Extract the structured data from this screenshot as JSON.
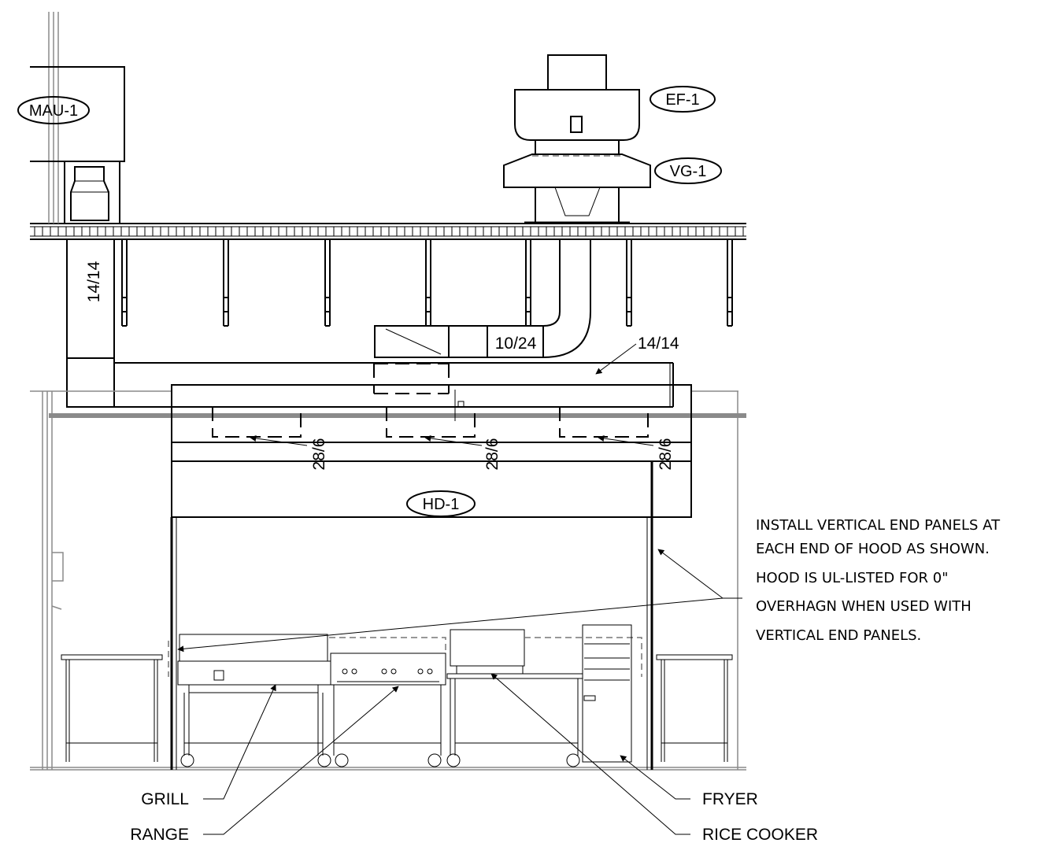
{
  "tags": {
    "mau": "MAU-1",
    "ef": "EF-1",
    "vg": "VG-1",
    "hood": "HD-1"
  },
  "duct_labels": {
    "supply_riser": "14/14",
    "supply_horizontal": "14/14",
    "exhaust_duct": "10/24",
    "plenum_1": "28/6",
    "plenum_2": "28/6",
    "plenum_3": "28/6"
  },
  "equipment": {
    "grill": "GRILL",
    "range": "RANGE",
    "fryer": "FRYER",
    "rice_cooker": "RICE COOKER"
  },
  "note_lines": [
    "INSTALL VERTICAL END PANELS AT",
    "EACH END OF HOOD AS SHOWN.",
    "HOOD IS UL-LISTED FOR 0\"",
    "OVERHAGN WHEN USED WITH",
    "VERTICAL END PANELS."
  ]
}
